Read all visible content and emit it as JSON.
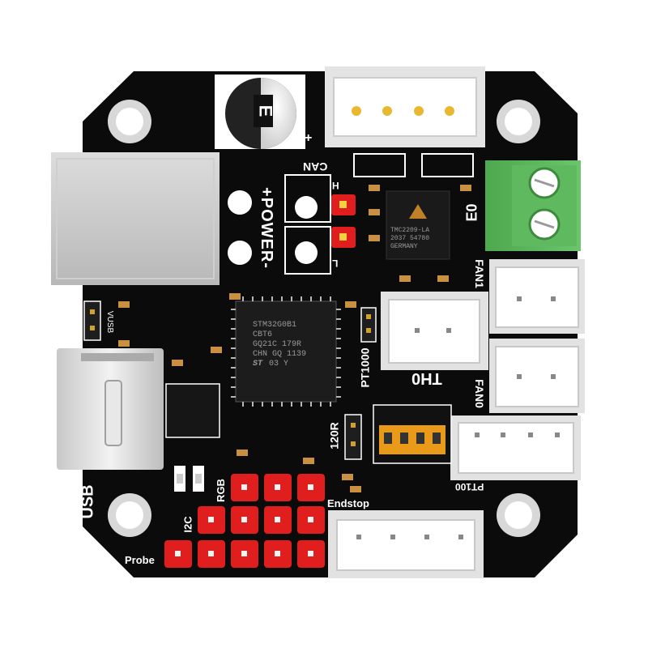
{
  "board": {
    "silkscreen": {
      "can": "CAN",
      "power": "+POWER-",
      "usb": "USB",
      "vusb": "VUSB",
      "e0": "E0",
      "fan1": "FAN1",
      "fan0": "FAN0",
      "th0": "TH0",
      "pt1000": "PT1000",
      "pt100": "PT100",
      "r120": "120R",
      "rgb": "RGB",
      "i2c": "I2C",
      "probe": "Probe",
      "endstop": "Endstop",
      "cap_e": "E",
      "cap_plus": "+",
      "h_mark": "H",
      "l_mark": "L"
    },
    "mcu": {
      "line1": "STM32G0B1",
      "line2": "CBT6",
      "line3": "GQ21C 179R",
      "line4": "CHN GQ 1139",
      "logo": "ST",
      "suffix": "03 Y"
    },
    "driver": {
      "line1": "TMC2209-LA",
      "line2": "2037 54780",
      "line3": "GERMANY"
    },
    "colors": {
      "pcb": "#0a0a0a",
      "silkscreen": "#ffffff",
      "header_pins": "#e02020",
      "terminal_block": "#5cb85c",
      "connector": "#e6e6e6",
      "dip_switch": "#f0a020"
    }
  }
}
